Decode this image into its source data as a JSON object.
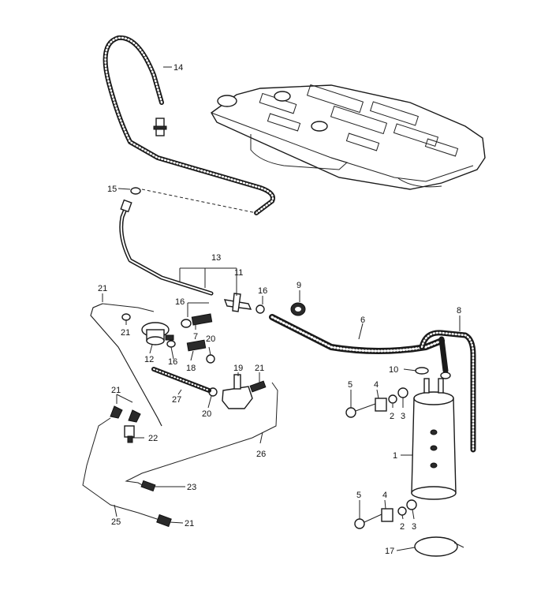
{
  "diagram": {
    "callouts": [
      {
        "id": "c14",
        "text": "14"
      },
      {
        "id": "c15",
        "text": "15"
      },
      {
        "id": "c13",
        "text": "13"
      },
      {
        "id": "c11",
        "text": "11"
      },
      {
        "id": "c16a",
        "text": "16"
      },
      {
        "id": "c9",
        "text": "9"
      },
      {
        "id": "c8",
        "text": "8"
      },
      {
        "id": "c6",
        "text": "6"
      },
      {
        "id": "c21a",
        "text": "21"
      },
      {
        "id": "c16b",
        "text": "16"
      },
      {
        "id": "c7",
        "text": "7"
      },
      {
        "id": "c21b",
        "text": "21"
      },
      {
        "id": "c12",
        "text": "12"
      },
      {
        "id": "c16c",
        "text": "16"
      },
      {
        "id": "c18",
        "text": "18"
      },
      {
        "id": "c20a",
        "text": "20"
      },
      {
        "id": "c19",
        "text": "19"
      },
      {
        "id": "c21c",
        "text": "21"
      },
      {
        "id": "c10",
        "text": "10"
      },
      {
        "id": "c5a",
        "text": "5"
      },
      {
        "id": "c4a",
        "text": "4"
      },
      {
        "id": "c2a",
        "text": "2"
      },
      {
        "id": "c3a",
        "text": "3"
      },
      {
        "id": "c27",
        "text": "27"
      },
      {
        "id": "c20b",
        "text": "20"
      },
      {
        "id": "c21d",
        "text": "21"
      },
      {
        "id": "c22",
        "text": "22"
      },
      {
        "id": "c26",
        "text": "26"
      },
      {
        "id": "c1",
        "text": "1"
      },
      {
        "id": "c23",
        "text": "23"
      },
      {
        "id": "c5b",
        "text": "5"
      },
      {
        "id": "c4b",
        "text": "4"
      },
      {
        "id": "c25",
        "text": "25"
      },
      {
        "id": "c21e",
        "text": "21"
      },
      {
        "id": "c2b",
        "text": "2"
      },
      {
        "id": "c3b",
        "text": "3"
      },
      {
        "id": "c17",
        "text": "17"
      }
    ]
  }
}
